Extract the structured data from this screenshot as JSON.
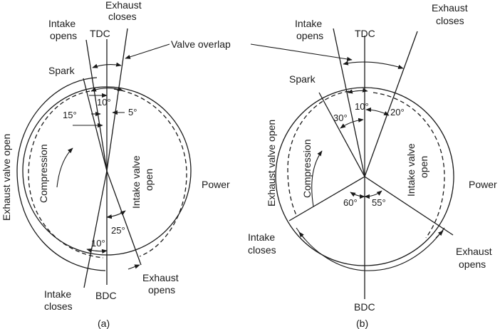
{
  "diagram_a": {
    "caption": "(a)",
    "labels": {
      "tdc": "TDC",
      "bdc": "BDC",
      "intake_opens_1": "Intake",
      "intake_opens_2": "opens",
      "exhaust_closes_1": "Exhaust",
      "exhaust_closes_2": "closes",
      "valve_overlap": "Valve overlap",
      "spark": "Spark",
      "compression": "Compression",
      "intake_valve_open_1": "Intake valve",
      "intake_valve_open_2": "open",
      "exhaust_valve_open": "Exhaust valve open",
      "power": "Power",
      "intake_closes_1": "Intake",
      "intake_closes_2": "closes",
      "exhaust_opens_1": "Exhaust",
      "exhaust_opens_2": "opens"
    },
    "angles": {
      "a10_top": "10°",
      "a15": "15°",
      "a5": "5°",
      "a25": "25°",
      "a10_bottom": "10°"
    }
  },
  "diagram_b": {
    "caption": "(b)",
    "labels": {
      "tdc": "TDC",
      "bdc": "BDC",
      "intake_opens_1": "Intake",
      "intake_opens_2": "opens",
      "exhaust_closes_1": "Exhaust",
      "exhaust_closes_2": "closes",
      "spark": "Spark",
      "compression": "Compression",
      "intake_valve_open_1": "Intake valve",
      "intake_valve_open_2": "open",
      "exhaust_valve_open": "Exhaust valve open",
      "power": "Power",
      "intake_closes_1": "Intake",
      "intake_closes_2": "closes",
      "exhaust_opens_1": "Exhaust",
      "exhaust_opens_2": "opens"
    },
    "angles": {
      "a10": "10°",
      "a30": "30°",
      "a20": "20°",
      "a60": "60°",
      "a55": "55°"
    }
  }
}
